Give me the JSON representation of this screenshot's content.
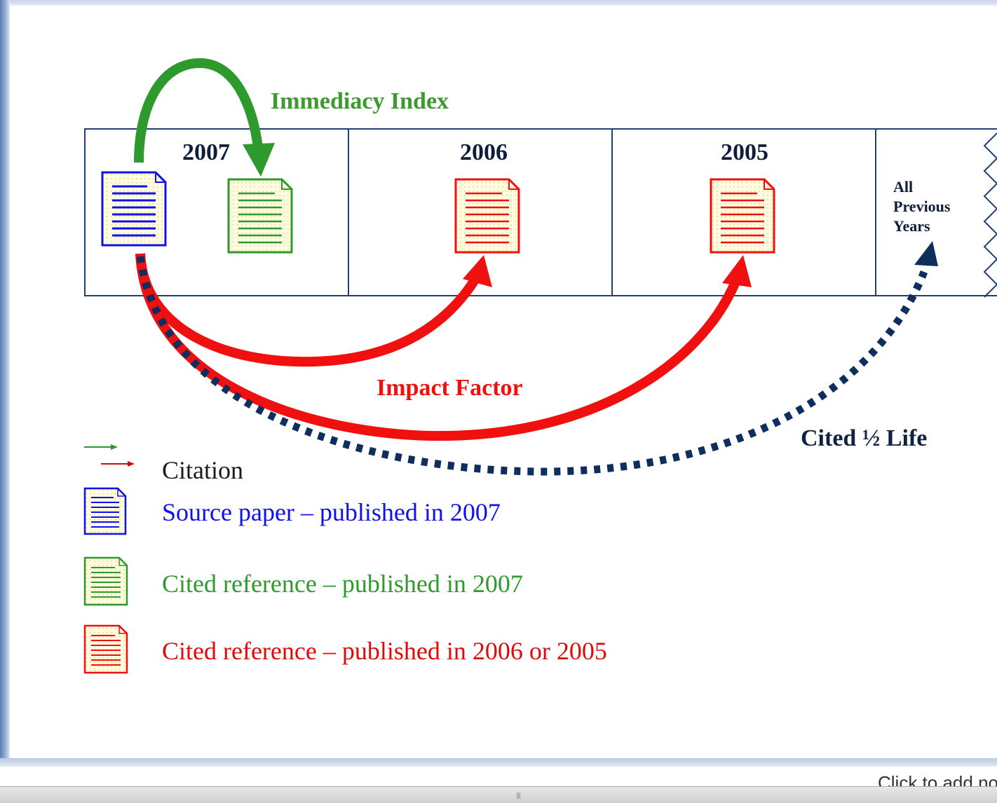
{
  "slide": {
    "years": [
      "2007",
      "2006",
      "2005"
    ],
    "all_previous_years": [
      "All",
      "Previous",
      "Years"
    ],
    "immediacy_index_label": "Immediacy Index",
    "impact_factor_label": "Impact Factor",
    "cited_half_life_label": "Cited ½ Life",
    "legend": {
      "citation": "Citation",
      "source_paper": "Source paper – published in 2007",
      "cited_2007": "Cited reference – published in 2007",
      "cited_2006_2005": "Cited reference – published in 2006 or 2005"
    },
    "colors": {
      "source": "#1010ee",
      "cited_2007": "#2e9a2e",
      "cited_older": "#f01010",
      "half_life": "#0e2f5e",
      "frame": "#21406e"
    }
  },
  "notes": {
    "placeholder": "Click to add notes"
  }
}
